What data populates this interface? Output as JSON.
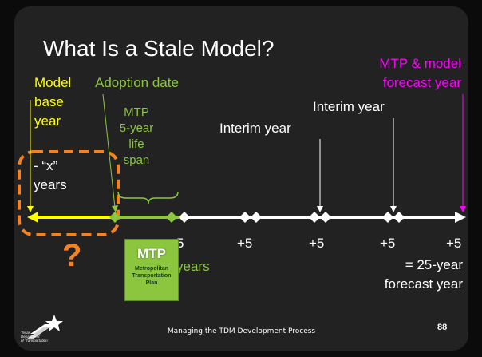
{
  "slide": {
    "title": "What Is a Stale Model?",
    "labels": {
      "model_base_year": [
        "Model",
        "base",
        "year"
      ],
      "x_years": [
        "- “x”",
        "years"
      ],
      "adoption_date": "Adoption date",
      "mtp_life_span": [
        "MTP",
        "5-year",
        "life",
        "span"
      ],
      "interim_year_1": "Interim year",
      "interim_year_2": "Interim year",
      "mtp_forecast_year": [
        "MTP & model",
        "forecast year"
      ]
    },
    "timeline": {
      "tick_labels": [
        "5",
        "+5",
        "+5",
        "+5",
        "+5"
      ],
      "unit_label": "years",
      "total_label": [
        "= 25-year",
        "forecast year"
      ]
    },
    "question_mark": "?",
    "mtp_box": {
      "title": "MTP",
      "subtitle": [
        "Metropolitan",
        "Transportation",
        "Plan"
      ]
    },
    "footer": "Managing the TDM Development Process",
    "page_number": "88",
    "logo_text": [
      "Texas",
      "Department",
      "of Transportation"
    ],
    "colors": {
      "background": "#222222",
      "yellow": "#ffff00",
      "green": "#8cc63f",
      "magenta": "#ff00ff",
      "orange": "#f58220",
      "white": "#ffffff"
    },
    "icons": [
      "texas-dot-star-logo-icon"
    ]
  }
}
